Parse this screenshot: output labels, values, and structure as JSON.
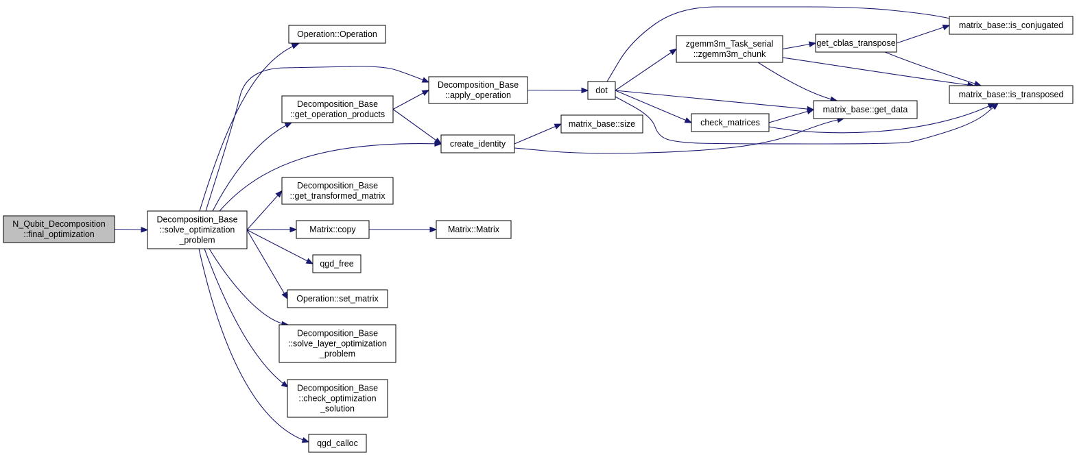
{
  "nodes": [
    {
      "id": "final_opt",
      "lines": [
        "N_Qubit_Decomposition",
        "::final_optimization"
      ],
      "highlighted": true
    },
    {
      "id": "solve_opt",
      "lines": [
        "Decomposition_Base",
        "::solve_optimization",
        "_problem"
      ]
    },
    {
      "id": "op_op",
      "lines": [
        "Operation::Operation"
      ]
    },
    {
      "id": "apply_op",
      "lines": [
        "Decomposition_Base",
        "::apply_operation"
      ]
    },
    {
      "id": "get_op_prod",
      "lines": [
        "Decomposition_Base",
        "::get_operation_products"
      ]
    },
    {
      "id": "create_id",
      "lines": [
        "create_identity"
      ]
    },
    {
      "id": "get_trans",
      "lines": [
        "Decomposition_Base",
        "::get_transformed_matrix"
      ]
    },
    {
      "id": "mat_copy",
      "lines": [
        "Matrix::copy"
      ]
    },
    {
      "id": "mat_mat",
      "lines": [
        "Matrix::Matrix"
      ]
    },
    {
      "id": "qgd_free",
      "lines": [
        "qgd_free"
      ]
    },
    {
      "id": "set_matrix",
      "lines": [
        "Operation::set_matrix"
      ]
    },
    {
      "id": "solve_layer",
      "lines": [
        "Decomposition_Base",
        "::solve_layer_optimization",
        "_problem"
      ]
    },
    {
      "id": "check_sol",
      "lines": [
        "Decomposition_Base",
        "::check_optimization",
        "_solution"
      ]
    },
    {
      "id": "qgd_calloc",
      "lines": [
        "qgd_calloc"
      ]
    },
    {
      "id": "dot",
      "lines": [
        "dot"
      ]
    },
    {
      "id": "mb_size",
      "lines": [
        "matrix_base::size"
      ]
    },
    {
      "id": "zgemm",
      "lines": [
        "zgemm3m_Task_serial",
        "::zgemm3m_chunk"
      ]
    },
    {
      "id": "check_mat",
      "lines": [
        "check_matrices"
      ]
    },
    {
      "id": "get_cblas",
      "lines": [
        "get_cblas_transpose"
      ]
    },
    {
      "id": "get_data",
      "lines": [
        "matrix_base::get_data"
      ]
    },
    {
      "id": "is_conj",
      "lines": [
        "matrix_base::is_conjugated"
      ]
    },
    {
      "id": "is_trans",
      "lines": [
        "matrix_base::is_transposed"
      ]
    }
  ],
  "edges": [
    [
      "final_opt",
      "solve_opt"
    ],
    [
      "solve_opt",
      "op_op"
    ],
    [
      "solve_opt",
      "apply_op"
    ],
    [
      "solve_opt",
      "get_op_prod"
    ],
    [
      "solve_opt",
      "create_id"
    ],
    [
      "solve_opt",
      "get_trans"
    ],
    [
      "solve_opt",
      "mat_copy"
    ],
    [
      "solve_opt",
      "qgd_free"
    ],
    [
      "solve_opt",
      "set_matrix"
    ],
    [
      "solve_opt",
      "solve_layer"
    ],
    [
      "solve_opt",
      "check_sol"
    ],
    [
      "solve_opt",
      "qgd_calloc"
    ],
    [
      "get_op_prod",
      "apply_op"
    ],
    [
      "get_op_prod",
      "create_id"
    ],
    [
      "apply_op",
      "dot"
    ],
    [
      "create_id",
      "mb_size"
    ],
    [
      "create_id",
      "get_data"
    ],
    [
      "mat_copy",
      "mat_mat"
    ],
    [
      "dot",
      "zgemm"
    ],
    [
      "dot",
      "check_mat"
    ],
    [
      "dot",
      "get_data"
    ],
    [
      "dot",
      "is_conj"
    ],
    [
      "dot",
      "is_trans"
    ],
    [
      "zgemm",
      "get_cblas"
    ],
    [
      "zgemm",
      "get_data"
    ],
    [
      "zgemm",
      "is_trans"
    ],
    [
      "check_mat",
      "get_data"
    ],
    [
      "check_mat",
      "is_trans"
    ],
    [
      "get_cblas",
      "is_conj"
    ],
    [
      "get_cblas",
      "is_trans"
    ]
  ]
}
